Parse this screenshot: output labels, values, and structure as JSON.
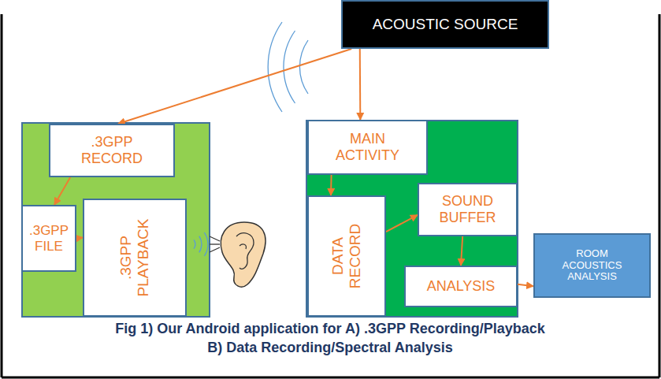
{
  "diagram": {
    "caption": "Fig 1) Our Android application for A) .3GPP Recording/Playback B) Data Recording/Spectral Analysis",
    "nodes": [
      {
        "text": [
          "ACOUSTIC SOURCE"
        ]
      },
      {
        "text": [
          ".3GPP RECORD"
        ]
      },
      {
        "text": [
          ".3GPP FILE"
        ]
      },
      {
        "text": [
          ".3GPP PLAYBACK"
        ]
      },
      {
        "text": [
          "MAIN ACTIVITY"
        ]
      },
      {
        "text": [
          "DATA RECORD"
        ]
      },
      {
        "text": [
          "SOUND BUFFER"
        ]
      },
      {
        "text": [
          "ANALYSIS"
        ]
      },
      {
        "text": [
          "ROOM ACOUSTICS ANALYSIS"
        ]
      }
    ],
    "edges": [
      {
        "from": 0,
        "to": 1,
        "arrow": "to"
      },
      {
        "from": 0,
        "to": 4,
        "arrow": "to"
      },
      {
        "from": 1,
        "to": 2,
        "arrow": "to"
      },
      {
        "from": 2,
        "to": 3,
        "arrow": "to"
      },
      {
        "from": 4,
        "to": 5,
        "arrow": "to"
      },
      {
        "from": 5,
        "to": 6,
        "arrow": "to"
      },
      {
        "from": 6,
        "to": 7,
        "arrow": "to"
      },
      {
        "from": 7,
        "to": 8,
        "arrow": "to"
      }
    ]
  }
}
